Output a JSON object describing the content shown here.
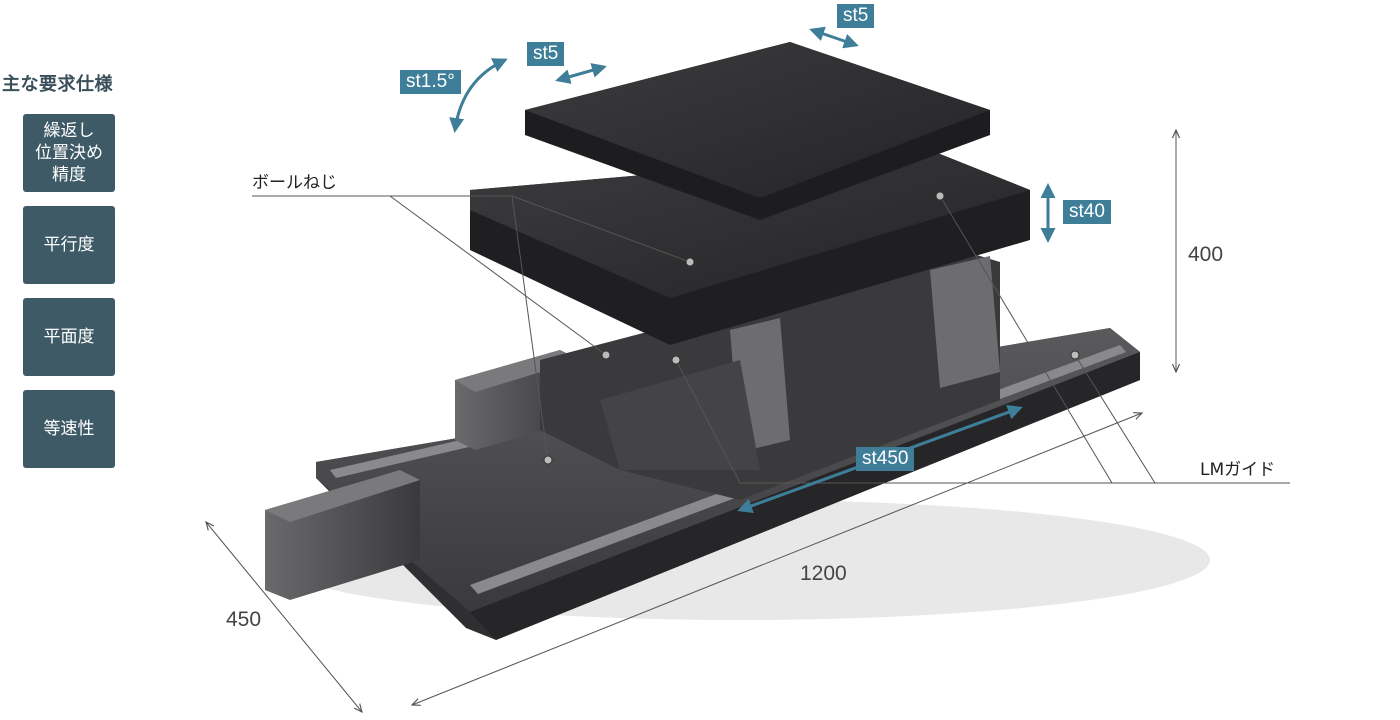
{
  "specs": {
    "title": "主な要求仕様",
    "items": [
      "繰返し\n位置決め\n精度",
      "平行度",
      "平面度",
      "等速性"
    ]
  },
  "strokes": {
    "tilt": "st1.5°",
    "upper_x": "st5",
    "upper_y": "st5",
    "vertical": "st40",
    "long": "st450"
  },
  "dimensions": {
    "height": "400",
    "length": "1200",
    "width": "450"
  },
  "callouts": {
    "ball_screw": "ボールねじ",
    "lm_guide": "LMガイド"
  },
  "colors": {
    "spec_box": "#3e5a66",
    "stroke_tag": "#3e7e98",
    "stroke_arrow": "#3e7e98"
  }
}
